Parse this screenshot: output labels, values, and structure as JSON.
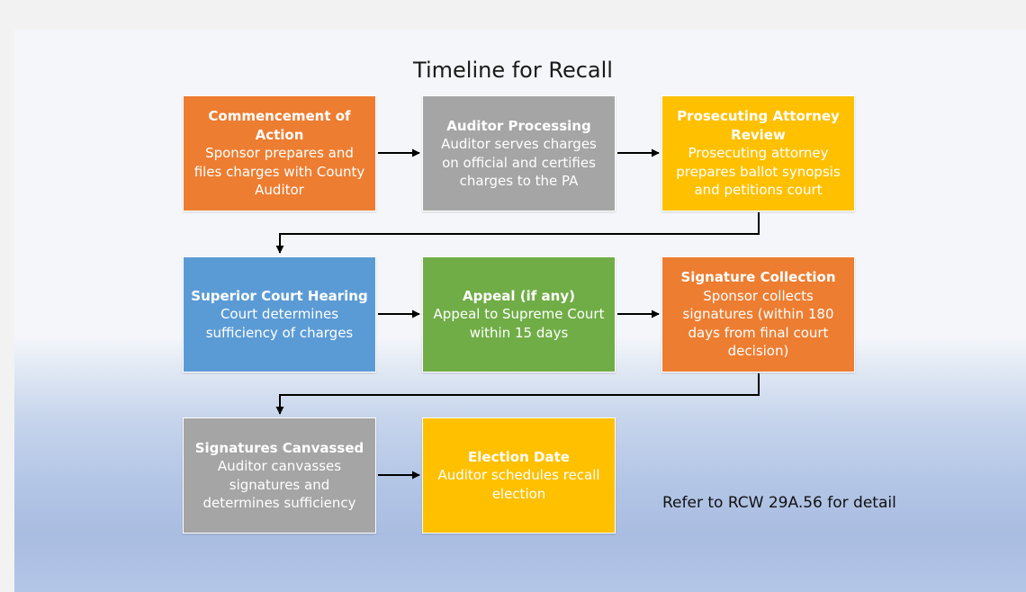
{
  "title": "Timeline for Recall",
  "steps": [
    {
      "heading": [
        "Commencement of",
        "Action"
      ],
      "body": [
        "Sponsor prepares and",
        "files charges with County",
        "Auditor"
      ]
    },
    {
      "heading": [
        "Auditor Processing"
      ],
      "body": [
        "Auditor serves charges",
        "on official and certifies",
        "charges to the PA"
      ]
    },
    {
      "heading": [
        "Prosecuting Attorney",
        "Review"
      ],
      "body": [
        "Prosecuting attorney",
        "prepares ballot synopsis",
        "and petitions court"
      ]
    },
    {
      "heading": [
        "Superior Court Hearing"
      ],
      "body": [
        "Court determines",
        "sufficiency of charges"
      ]
    },
    {
      "heading": [
        "Appeal (if any)"
      ],
      "body": [
        "Appeal to Supreme Court",
        "within 15 days"
      ]
    },
    {
      "heading": [
        "Signature Collection"
      ],
      "body": [
        "Sponsor collects",
        "signatures (within 180",
        "days from final court",
        "decision)"
      ]
    },
    {
      "heading": [
        "Signatures Canvassed"
      ],
      "body": [
        "Auditor canvasses",
        "signatures and",
        "determines sufficiency"
      ]
    },
    {
      "heading": [
        "Election Date"
      ],
      "body": [
        "Auditor schedules recall",
        "election"
      ]
    }
  ],
  "note": "Refer to RCW 29A.56 for detail",
  "colors": {
    "orange": "#ed7d31",
    "gray": "#a5a5a5",
    "gold": "#ffc000",
    "blue": "#5b9bd5",
    "green": "#70ad47"
  }
}
